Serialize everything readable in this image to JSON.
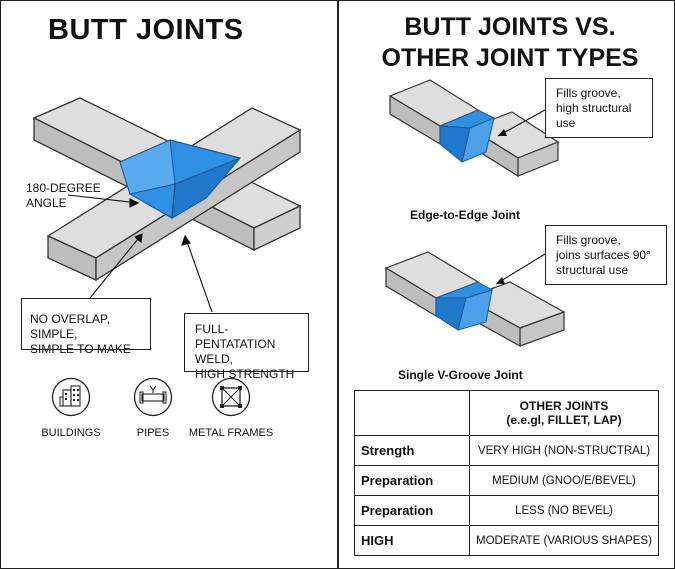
{
  "left_panel": {
    "title": "BUTT JOINTS",
    "angle_label": [
      "180-DEGREE",
      "ANGLE"
    ],
    "callout_overlap": [
      "NO OVERLAP, SIMPLE,",
      "SIMPLE TO MAKE"
    ],
    "callout_weld": [
      "FULL-PENTATATION",
      "WELD,",
      "HIGH STRENGTH"
    ],
    "applications": [
      {
        "label": "BUILDINGS",
        "icon": "building-icon"
      },
      {
        "label": "PIPES",
        "icon": "pipe-icon"
      },
      {
        "label": "METAL FRAMES",
        "icon": "metal-frame-icon"
      }
    ]
  },
  "right_panel": {
    "title": [
      "BUTT JOINTS VS.",
      "OTHER JOINT TYPES"
    ],
    "joints": [
      {
        "caption": "Edge-to-Edge Joint",
        "callout": [
          "Fills groove,",
          "high structural",
          "use"
        ]
      },
      {
        "caption": "Single V-Groove Joint",
        "callout": [
          "Fills groove,",
          "joins surfaces 90°",
          "structural use"
        ]
      }
    ],
    "table": {
      "header": [
        "",
        "OTHER JOINTS",
        "(e.e.gl, FILLET, LAP)"
      ],
      "rows": [
        {
          "label": "Strength",
          "value": "VERY HIGH (NON-STRUCTRAL)"
        },
        {
          "label": "Preparation",
          "value": "MEDIUM (GNOO/E/BEVEL)"
        },
        {
          "label": "Preparation",
          "value": "LESS (NO BEVEL)"
        },
        {
          "label": "HIGH",
          "value": "MODERATE (VARIOUS SHAPES)"
        }
      ]
    }
  },
  "colors": {
    "weld_blue": "#2f8fe0",
    "metal_top": "#dcdcdc",
    "metal_side": "#b9b9b9",
    "ink": "#111111"
  }
}
